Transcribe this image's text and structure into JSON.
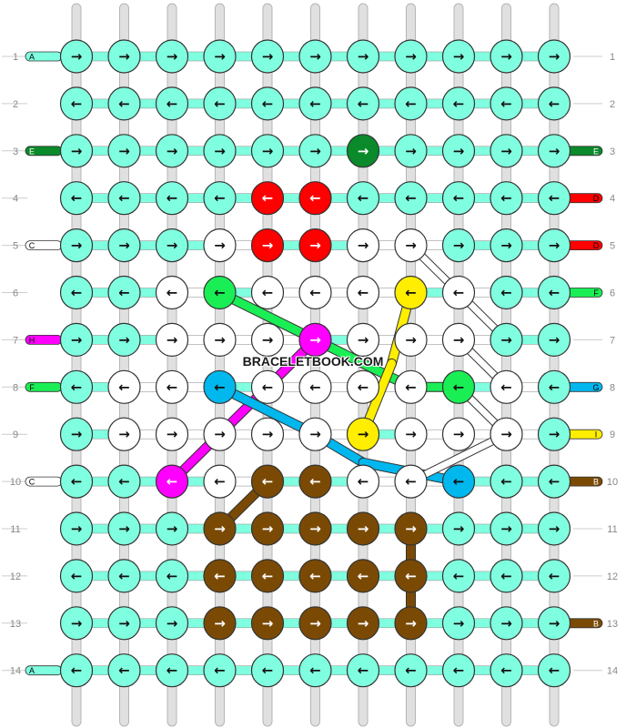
{
  "watermark": "BRACELETBOOK.COM",
  "colors": {
    "A": "#80ffe0",
    "B": "#7a4a05",
    "C": "#ffffff",
    "D": "#ff0000",
    "E": "#0a8a2a",
    "F": "#1aee55",
    "G": "#00b7ee",
    "H": "#ff00ff",
    "I": "#ffee00"
  },
  "left_threads": [
    "A",
    "",
    "E",
    "",
    "C",
    "",
    "H",
    "F",
    "",
    "C",
    "",
    "",
    "",
    "A"
  ],
  "right_threads": [
    "",
    "",
    "E",
    "D",
    "D",
    "F",
    "",
    "G",
    "I",
    "B",
    "",
    "",
    "B",
    ""
  ],
  "rows": [
    [
      "f",
      "f",
      "f",
      "f",
      "f",
      "f",
      "f",
      "f",
      "f",
      "f",
      "f"
    ],
    [
      "b",
      "b",
      "b",
      "b",
      "b",
      "b",
      "b",
      "b",
      "b",
      "b",
      "b"
    ],
    [
      "f",
      "f",
      "f",
      "f",
      "f",
      "f",
      "f",
      "f",
      "f",
      "f",
      "f"
    ],
    [
      "b",
      "b",
      "b",
      "b",
      "b",
      "b",
      "b",
      "b",
      "b",
      "b",
      "b"
    ],
    [
      "f",
      "f",
      "f",
      "f",
      "f",
      "f",
      "f",
      "f",
      "f",
      "f",
      "f"
    ],
    [
      "b",
      "b",
      "b",
      "b",
      "b",
      "b",
      "b",
      "b",
      "b",
      "b",
      "b"
    ],
    [
      "f",
      "f",
      "f",
      "f",
      "f",
      "f",
      "f",
      "f",
      "f",
      "f",
      "f"
    ],
    [
      "b",
      "b",
      "b",
      "b",
      "b",
      "b",
      "b",
      "b",
      "b",
      "b",
      "b"
    ],
    [
      "f",
      "f",
      "f",
      "f",
      "f",
      "f",
      "f",
      "f",
      "f",
      "f",
      "f"
    ],
    [
      "b",
      "b",
      "b",
      "b",
      "b",
      "b",
      "b",
      "b",
      "b",
      "b",
      "b"
    ],
    [
      "f",
      "f",
      "f",
      "f",
      "f",
      "f",
      "f",
      "f",
      "f",
      "f",
      "f"
    ],
    [
      "b",
      "b",
      "b",
      "b",
      "b",
      "b",
      "b",
      "b",
      "b",
      "b",
      "b"
    ],
    [
      "f",
      "f",
      "f",
      "f",
      "f",
      "f",
      "f",
      "f",
      "f",
      "f",
      "f"
    ],
    [
      "b",
      "b",
      "b",
      "b",
      "b",
      "b",
      "b",
      "b",
      "b",
      "b",
      "b"
    ]
  ],
  "knot_colors": [
    [
      "A",
      "A",
      "A",
      "A",
      "A",
      "A",
      "A",
      "A",
      "A",
      "A",
      "A"
    ],
    [
      "A",
      "A",
      "A",
      "A",
      "A",
      "A",
      "A",
      "A",
      "A",
      "A",
      "A"
    ],
    [
      "A",
      "A",
      "A",
      "A",
      "A",
      "A",
      "E",
      "A",
      "A",
      "A",
      "A"
    ],
    [
      "A",
      "A",
      "A",
      "A",
      "D",
      "D",
      "A",
      "A",
      "A",
      "A",
      "A"
    ],
    [
      "A",
      "A",
      "A",
      "C",
      "D",
      "D",
      "C",
      "C",
      "A",
      "A",
      "A"
    ],
    [
      "A",
      "A",
      "C",
      "F",
      "C",
      "C",
      "C",
      "I",
      "C",
      "A",
      "A"
    ],
    [
      "A",
      "A",
      "C",
      "C",
      "C",
      "H",
      "C",
      "C",
      "C",
      "A",
      "A"
    ],
    [
      "A",
      "C",
      "C",
      "G",
      "C",
      "C",
      "C",
      "C",
      "F",
      "C",
      "A"
    ],
    [
      "A",
      "C",
      "C",
      "C",
      "C",
      "C",
      "I",
      "C",
      "C",
      "C",
      "A"
    ],
    [
      "A",
      "A",
      "H",
      "C",
      "B",
      "B",
      "C",
      "C",
      "G",
      "A",
      "A"
    ],
    [
      "A",
      "A",
      "A",
      "B",
      "B",
      "B",
      "B",
      "B",
      "A",
      "A",
      "A"
    ],
    [
      "A",
      "A",
      "A",
      "B",
      "B",
      "B",
      "B",
      "B",
      "A",
      "A",
      "A"
    ],
    [
      "A",
      "A",
      "A",
      "B",
      "B",
      "B",
      "B",
      "B",
      "A",
      "A",
      "A"
    ],
    [
      "A",
      "A",
      "A",
      "A",
      "A",
      "A",
      "A",
      "A",
      "A",
      "A",
      "A"
    ]
  ],
  "arrow_glyphs": {
    "f": "→",
    "b": "←"
  },
  "row_numbers": [
    "1",
    "2",
    "3",
    "4",
    "5",
    "6",
    "7",
    "8",
    "9",
    "10",
    "11",
    "12",
    "13",
    "14"
  ]
}
